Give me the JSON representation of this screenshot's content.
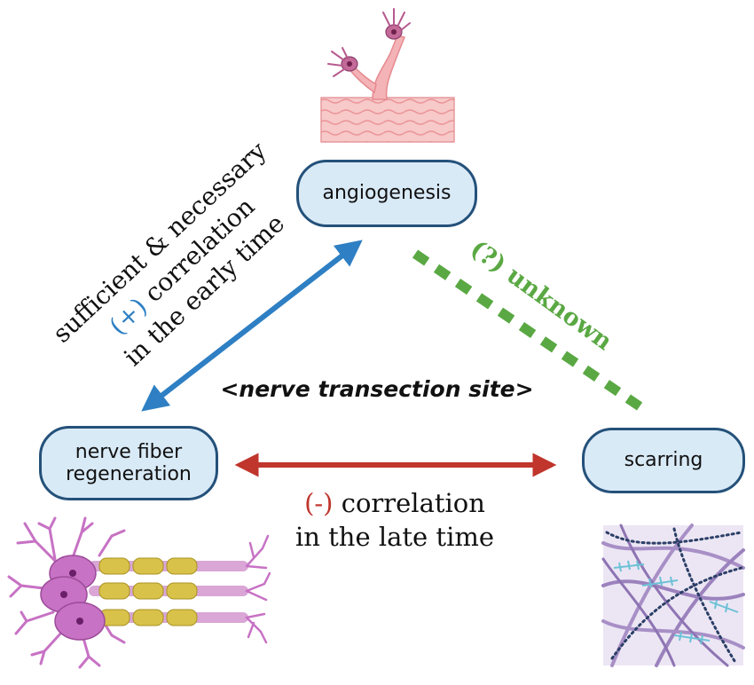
{
  "nodes": {
    "angiogenesis": "angiogenesis",
    "nerve_line1": "nerve fiber",
    "nerve_line2": "regeneration",
    "scarring": "scarring"
  },
  "center_label": "<nerve transection site>",
  "early_relation": {
    "line1": "sufficient & necessary",
    "sign": "(+)",
    "line2_rest": " correlation",
    "line3": "in the early time"
  },
  "late_relation": {
    "sign": "(-)",
    "line1_rest": " correlation",
    "line2": "in the late time"
  },
  "unknown_relation": {
    "sign": "(?)",
    "rest": " unknown"
  },
  "colors": {
    "node_fill": "#d9eaf7",
    "node_border": "#24517a",
    "positive_arrow": "#2e7fc3",
    "negative_arrow": "#c0352c",
    "unknown_dashes": "#5aa843",
    "vessel": "#f2b8b8",
    "neuron": "#c772c4",
    "myelin": "#d9c24a",
    "scar_bg": "#ece6f4"
  }
}
